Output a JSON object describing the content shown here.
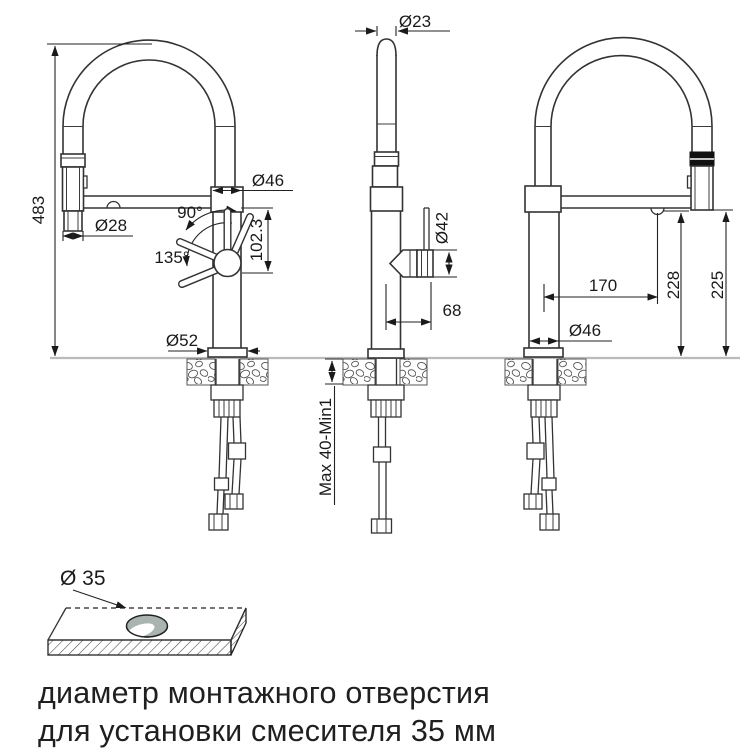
{
  "front_view": {
    "overall_height": "483",
    "spout_collar_diameter": "Ø46",
    "handle_angle_upper": "90°",
    "handle_angle_lower": "135°",
    "handle_zone_height": "102.3",
    "spray_head_diameter": "Ø28",
    "base_diameter": "Ø52"
  },
  "side_view": {
    "spout_tube_diameter": "Ø23",
    "handle_diameter": "Ø42",
    "handle_projection": "68",
    "deck_thickness": "Max 40-Min1"
  },
  "back_view": {
    "spout_reach": "170",
    "outlet_height": "228",
    "spout_height": "225",
    "body_diameter": "Ø46"
  },
  "mounting_hole": {
    "diameter": "Ø 35"
  },
  "caption": {
    "line1": "диаметр монтажного отверстия",
    "line2": "для установки смесителя 35 мм"
  },
  "colors": {
    "line": "#333333",
    "dimension": "#1a1a1a",
    "counter_baseline": "#bbbbbb",
    "spray_collar_black": "#111111",
    "hole_fill": "#a9b4b0",
    "hole_highlight": "#ffffff"
  }
}
